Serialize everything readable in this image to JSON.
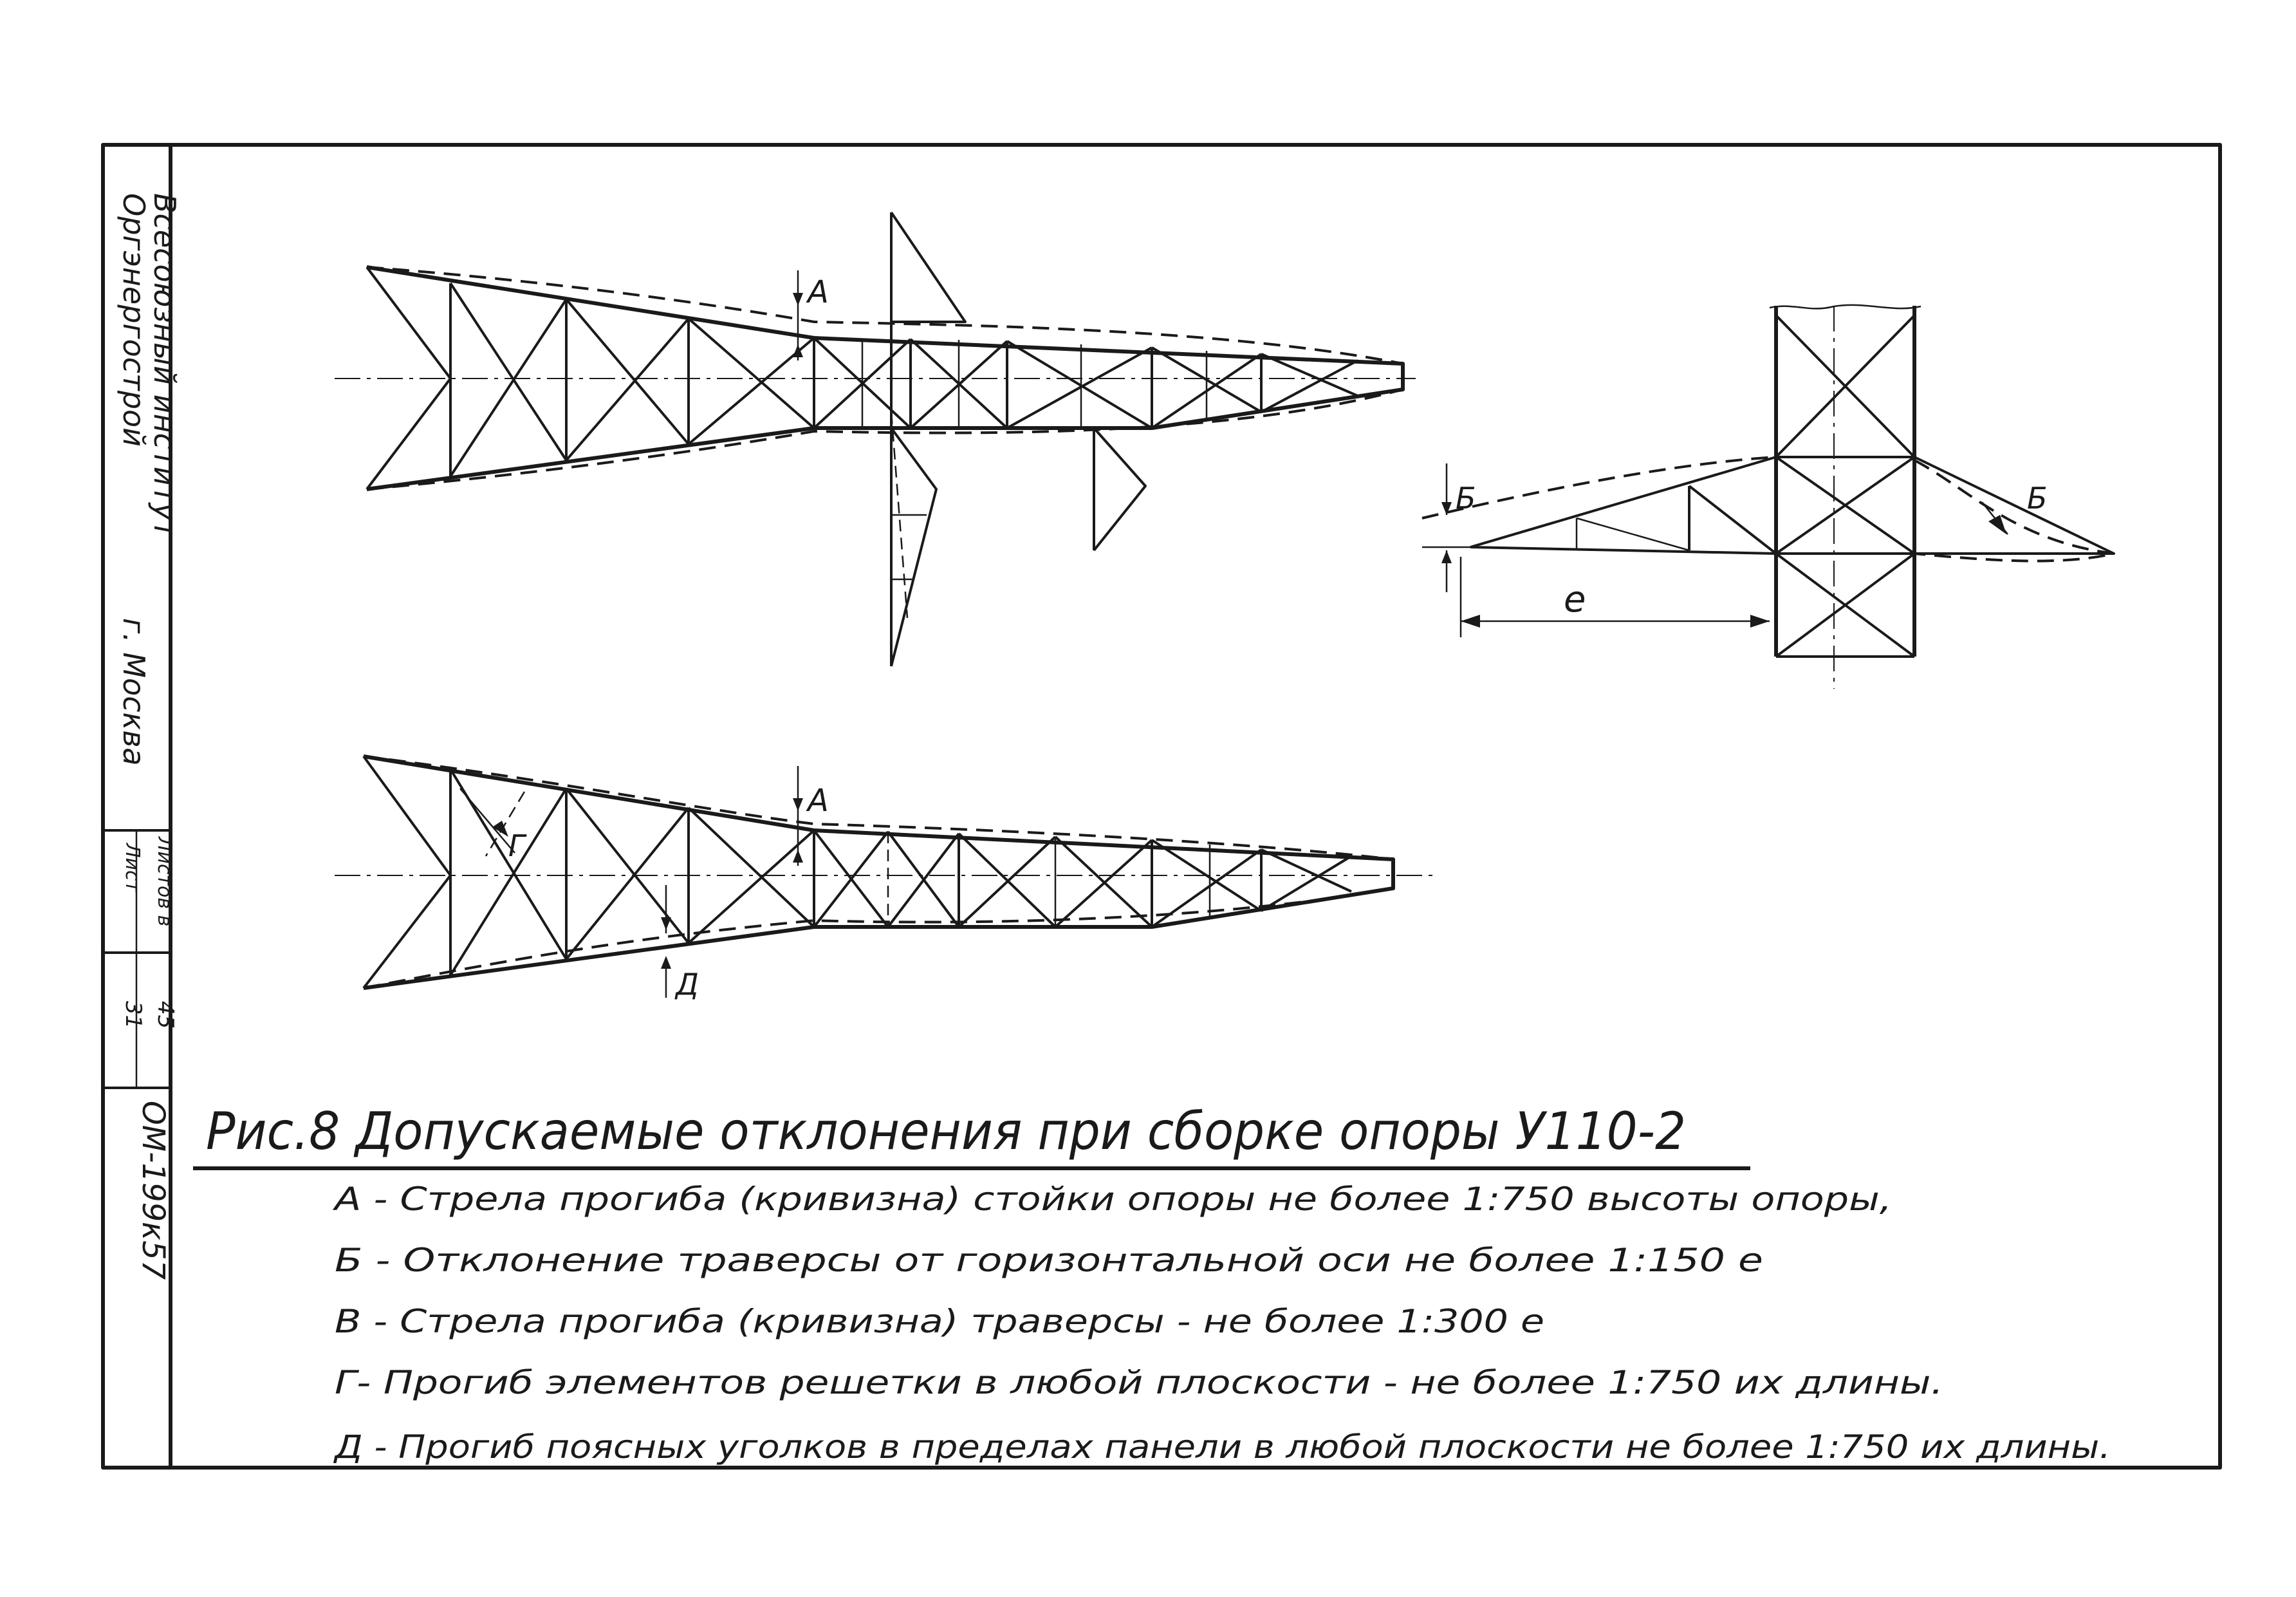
{
  "stamp": {
    "org_line1": "Всесоюзный институт",
    "org_line2": "Оргэнергострой",
    "org_city": "г. Москва",
    "album_label": "Листов в",
    "album_value": "45",
    "sheet_label": "Лист",
    "sheet_value": "31",
    "doc_code": "ОМ-199к57"
  },
  "diagrams": {
    "mark_a": "А",
    "mark_b": "Б",
    "mark_g": "Г",
    "mark_d": "Д",
    "mark_l": "е"
  },
  "caption": {
    "title": "Рис.8 Допускаемые отклонения при сборке опоры У110-2",
    "notes": [
      "А - Стрела прогиба (кривизна) стойки опоры не более 1:750 высоты опоры,",
      "Б - Отклонение траверсы от горизонтальной оси не более 1:150 е",
      "В - Стрела прогиба (кривизна) траверсы - не более 1:300 е",
      "Г- Прогиб элементов решетки в любой плоскости - не более 1:750 их длины.",
      "Д - Прогиб поясных уголков в пределах панели в любой плоскости не более 1:750 их длины."
    ]
  },
  "colors": {
    "ink": "#1a1a1a",
    "paper": "#ffffff"
  }
}
